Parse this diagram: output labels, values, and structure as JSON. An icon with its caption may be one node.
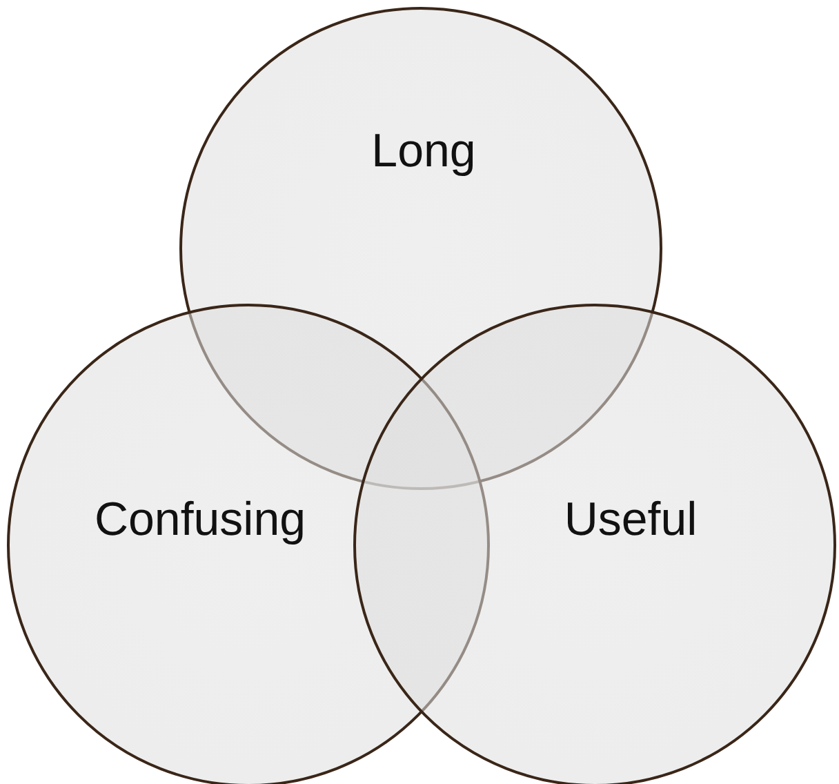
{
  "diagram": {
    "nodes": [
      {
        "text": [
          "Long"
        ]
      },
      {
        "text": [
          "Confusing"
        ]
      },
      {
        "text": [
          "Useful"
        ]
      }
    ]
  }
}
